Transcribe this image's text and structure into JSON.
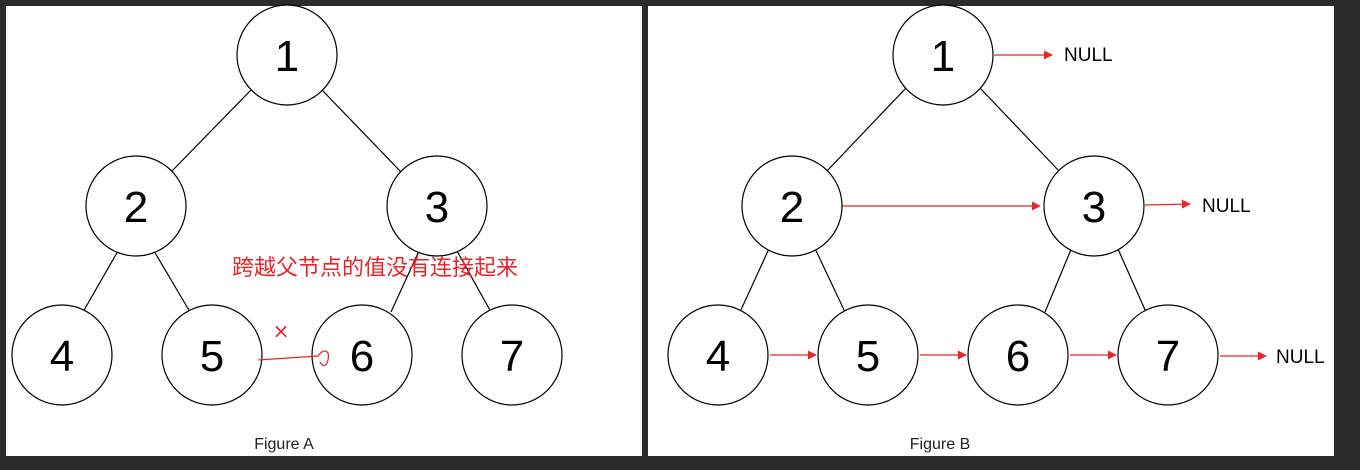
{
  "colors": {
    "background": "#2b2b2b",
    "panel": "#ffffff",
    "edge": "#000000",
    "pointer": "#e8252a"
  },
  "figure_a": {
    "caption": "Figure A",
    "nodes": [
      "1",
      "2",
      "3",
      "4",
      "5",
      "6",
      "7"
    ],
    "annotation": "跨越父节点的值没有连接起来",
    "cross_mark": "×"
  },
  "figure_b": {
    "caption": "Figure B",
    "nodes": [
      "1",
      "2",
      "3",
      "4",
      "5",
      "6",
      "7"
    ],
    "null_labels": [
      "NULL",
      "NULL",
      "NULL"
    ]
  }
}
